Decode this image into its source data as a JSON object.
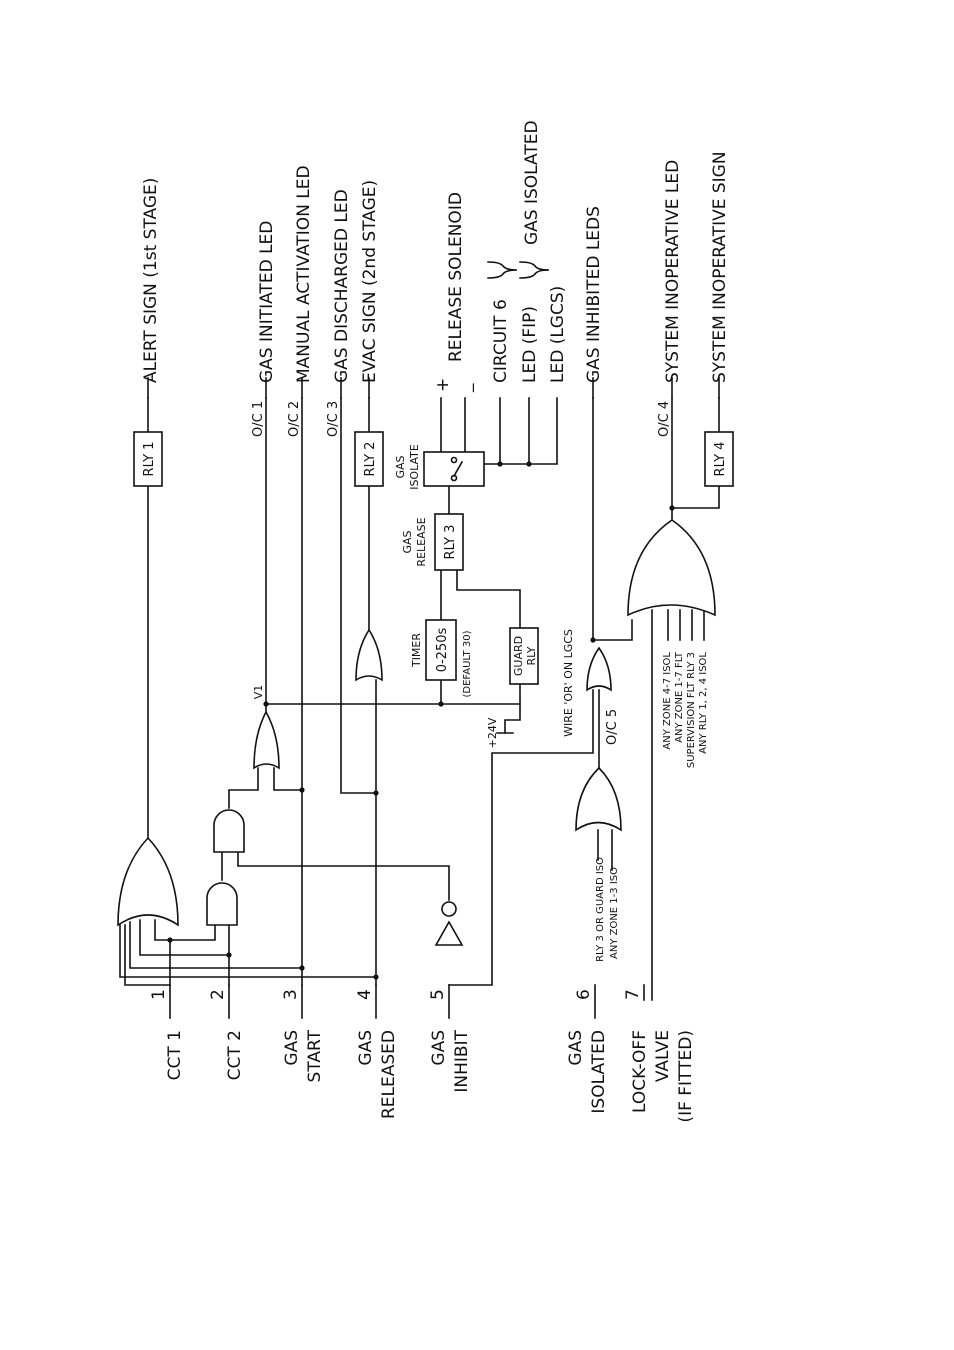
{
  "inputs": [
    {
      "num": "1",
      "lines": [
        "CCT 1"
      ]
    },
    {
      "num": "2",
      "lines": [
        "CCT 2"
      ]
    },
    {
      "num": "3",
      "lines": [
        "GAS",
        "START"
      ]
    },
    {
      "num": "4",
      "lines": [
        "GAS",
        "RELEASED"
      ]
    },
    {
      "num": "5",
      "lines": [
        "GAS",
        "INHIBIT"
      ]
    },
    {
      "num": "6",
      "lines": [
        "GAS",
        "ISOLATED"
      ]
    },
    {
      "num": "7",
      "lines": [
        "LOCK-OFF",
        "VALVE",
        "(IF FITTED)"
      ]
    }
  ],
  "outputs": {
    "alert_sign": "ALERT SIGN (1st STAGE)",
    "gas_initiated": "GAS INITIATED LED",
    "manual_activation": "MANUAL ACTIVATION LED",
    "gas_discharged": "GAS DISCHARGED LED",
    "evac_sign": "EVAC SIGN (2nd STAGE)",
    "release_solenoid": "RELEASE SOLENOID",
    "circuit6": "CIRCUIT 6",
    "led_fip": "LED (FIP)",
    "led_lgcs": "LED (LGCS)",
    "gas_isolated": "GAS ISOLATED",
    "gas_inhibited": "GAS INHIBITED LEDS",
    "sys_inop_led": "SYSTEM INOPERATIVE LED",
    "sys_inop_sign": "SYSTEM INOPERATIVE SIGN"
  },
  "relays": {
    "rly1": "RLY 1",
    "rly2": "RLY 2",
    "rly3": "RLY 3",
    "rly4": "RLY 4",
    "guard": [
      "GUARD",
      "RLY"
    ]
  },
  "oc_labels": {
    "oc1": "O/C 1",
    "oc2": "O/C 2",
    "oc3": "O/C 3",
    "oc4": "O/C 4",
    "oc5": "O/C 5"
  },
  "misc": {
    "v1": "V1",
    "plus24": "+24V",
    "timer": "TIMER",
    "timer_value": "0-250s",
    "timer_default": "(DEFAULT 30)",
    "gas_release": [
      "GAS",
      "RELEASE"
    ],
    "gas_isolate": [
      "GAS",
      "ISOLATE"
    ],
    "wire_or": "WIRE 'OR' ON LGCS",
    "plus": "+",
    "minus": "_"
  },
  "iso_or_inputs": [
    "RLY 3 OR GUARD ISO",
    "ANY ZONE 1-3 ISO"
  ],
  "sys_inop_inputs": [
    "ANY ZONE 4-7 ISOL",
    "ANY ZONE 1-7 FLT",
    "SUPERVISION FLT RLY 3",
    "ANY RLY 1, 2, 4 ISOL"
  ]
}
